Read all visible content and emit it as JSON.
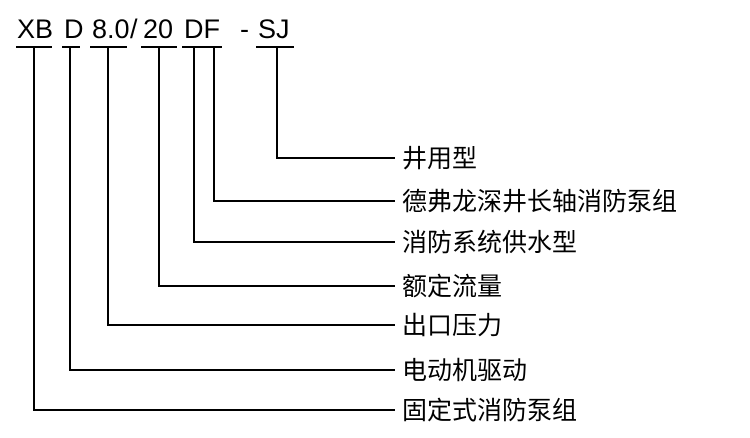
{
  "model_code": {
    "segments": [
      {
        "text": "XB"
      },
      {
        "text": "D"
      },
      {
        "text": "8.0"
      },
      {
        "text": "/"
      },
      {
        "text": "20"
      },
      {
        "text": "DF"
      },
      {
        "text": "-"
      },
      {
        "text": "SJ"
      }
    ]
  },
  "descriptions": [
    "井用型",
    "德弗龙深井长轴消防泵组",
    "消防系统供水型",
    "额定流量",
    "出口压力",
    "电动机驱动",
    "固定式消防泵组"
  ]
}
